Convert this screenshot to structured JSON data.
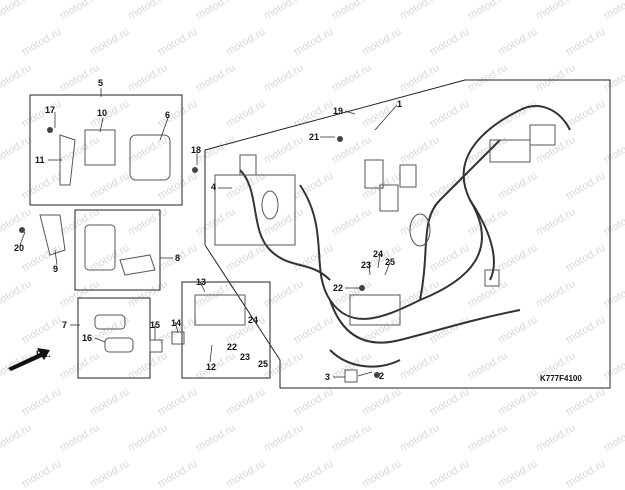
{
  "watermark_text": "motod.ru",
  "diagram_code": "K777F4100",
  "direction_label": "FR.",
  "callouts": [
    "1",
    "2",
    "3",
    "4",
    "5",
    "6",
    "7",
    "8",
    "9",
    "10",
    "11",
    "12",
    "13",
    "14",
    "15",
    "16",
    "17",
    "18",
    "19",
    "20",
    "21",
    "22",
    "23",
    "24",
    "25"
  ]
}
